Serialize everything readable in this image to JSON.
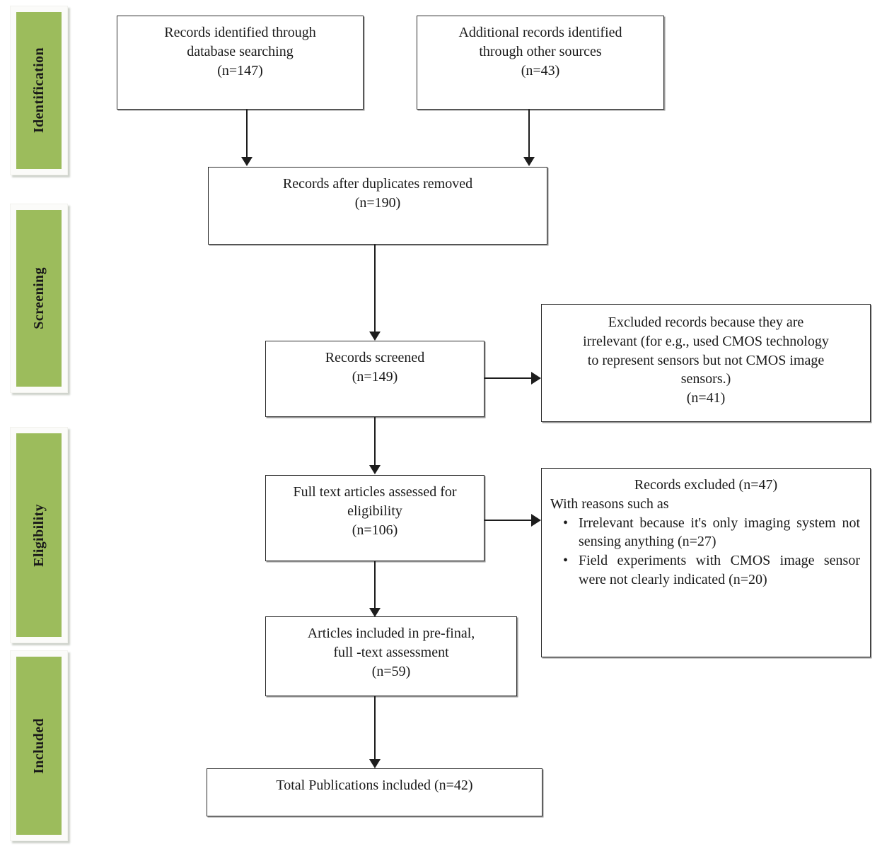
{
  "diagram": {
    "title": "PRISMA flow diagram",
    "accent_green": "#9CBC5C",
    "box_border_color": "#2b2b2b"
  },
  "stages": [
    {
      "label": "Identification"
    },
    {
      "label": "Screening"
    },
    {
      "label": "Eligibility"
    },
    {
      "label": "Included"
    }
  ],
  "boxes": {
    "database_records": {
      "line1": "Records identified through",
      "line2": "database searching",
      "count": "(n=147)"
    },
    "other_records": {
      "line1": "Additional records identified",
      "line2": "through other sources",
      "count": "(n=43)"
    },
    "duplicates_removed": {
      "line1": "Records after duplicates removed",
      "count": "(n=190)"
    },
    "records_screened": {
      "line1": "Records screened",
      "count": "(n=149)"
    },
    "excluded_irrelevant": {
      "line1": "Excluded records because they are",
      "line2": "irrelevant (for e.g., used CMOS technology",
      "line3": "to represent sensors but not CMOS image",
      "line4": "sensors.)",
      "count": "(n=41)"
    },
    "full_text_assessed": {
      "line1": "Full text articles assessed for",
      "line2": "eligibility",
      "count": "(n=106)"
    },
    "records_excluded_reasons": {
      "heading": "Records excluded (n=47)",
      "subheading": "With reasons such as",
      "reasons": [
        "Irrelevant because it's only imaging system not sensing anything (n=27)",
        "Field experiments with CMOS image sensor were not clearly indicated (n=20)"
      ]
    },
    "prefinal_included": {
      "line1": "Articles included in pre-final,",
      "line2": "full -text assessment",
      "count": "(n=59)"
    },
    "total_included": {
      "line1": "Total Publications included (n=42)"
    }
  }
}
